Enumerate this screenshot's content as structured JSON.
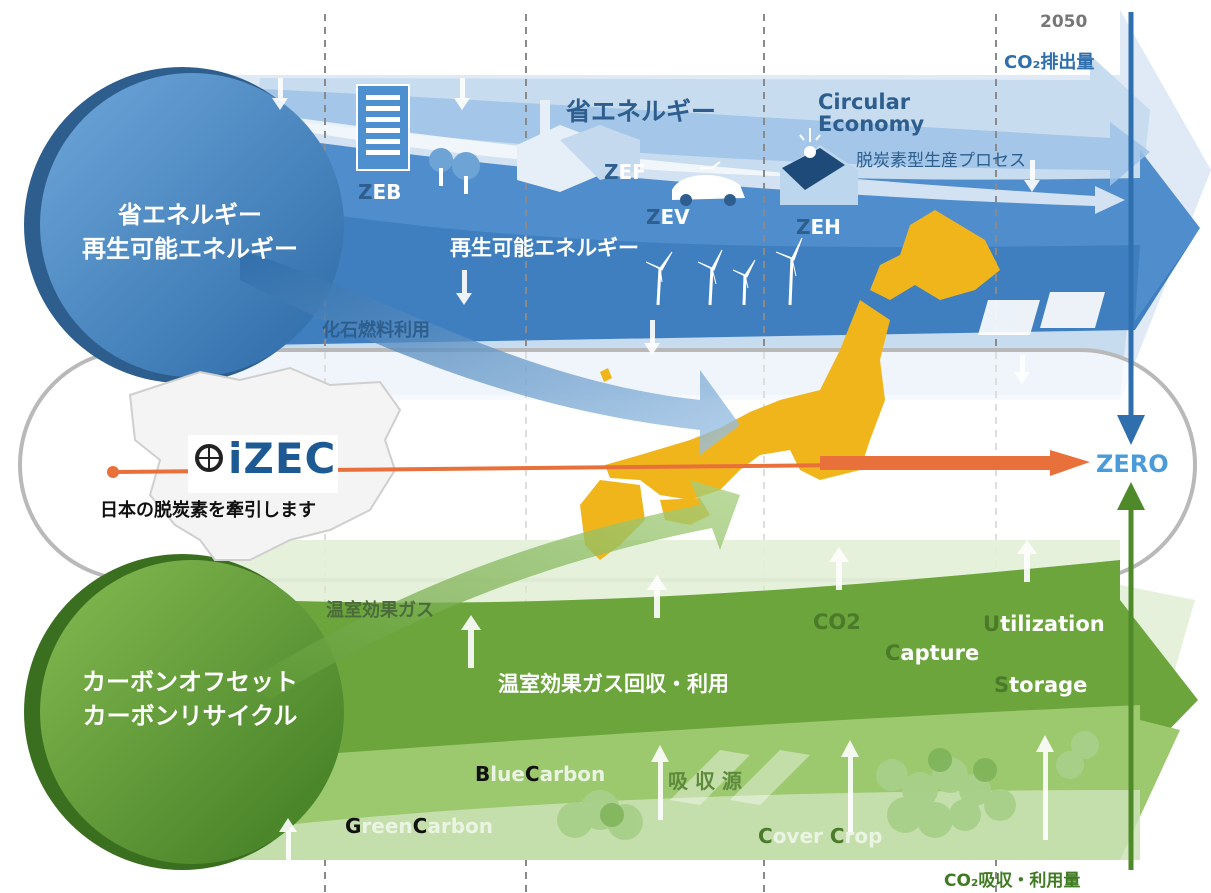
{
  "top_band": {
    "year": "2050",
    "co2_emission_label": "CO₂排出量",
    "energy_saving": "省エネルギー",
    "circular_economy_line1": "Circular",
    "circular_economy_line2": "Economy",
    "decarbonized_process": "脱炭素型生産プロセス",
    "renewable": "再生可能エネルギー",
    "fossil": "化石燃料利用",
    "zeb": {
      "first": "Z",
      "rest": "EB"
    },
    "zef": {
      "first": "Z",
      "rest": "EF"
    },
    "zev": {
      "first": "Z",
      "rest": "EV"
    },
    "zeh": {
      "first": "Z",
      "rest": "EH"
    },
    "circle_line1": "省エネルギー",
    "circle_line2": "再生可能エネルギー"
  },
  "middle_band": {
    "logo_text": "iZEC",
    "slogan": "日本の脱炭素を牽引します",
    "zero": "ZERO"
  },
  "bottom_band": {
    "ghg": "温室効果ガス",
    "ghg_recovery": "温室効果ガス回収・利用",
    "co2": "CO2",
    "ccus_u": {
      "first": "U",
      "rest": "tilization"
    },
    "ccus_c": {
      "first": "C",
      "rest": "apture"
    },
    "ccus_s": {
      "first": "S",
      "rest": "torage"
    },
    "blue_carbon": {
      "b": "B",
      "lue": "lue",
      "c": "C",
      "arbon": "arbon"
    },
    "green_carbon": {
      "g": "G",
      "reen": "reen",
      "c": "C",
      "arbon": "arbon"
    },
    "sink": "吸 収 源",
    "cover_crop": {
      "c1": "C",
      "over": "over ",
      "c2": "C",
      "rop": "rop"
    },
    "circle_line1": "カーボンオフセット",
    "circle_line2": "カーボンリサイクル",
    "absorption_label": "CO₂吸収・利用量"
  },
  "colors": {
    "blue_dark": "#2f6fae",
    "blue_mid": "#4d8fcf",
    "blue_light": "#bcd6ee",
    "green_dark": "#4f8a2a",
    "green_mid": "#6aa33d",
    "green_light": "#c9e2b3",
    "orange": "#e8703a",
    "japan": "#f1b51c",
    "zero_text": "#4a9bd8"
  },
  "icons": [
    "building-icon",
    "factory-icon",
    "car-icon",
    "house-solar-icon",
    "wind-turbine-icon",
    "solar-panel-icon",
    "tree-icon",
    "globe-gear-icon"
  ]
}
